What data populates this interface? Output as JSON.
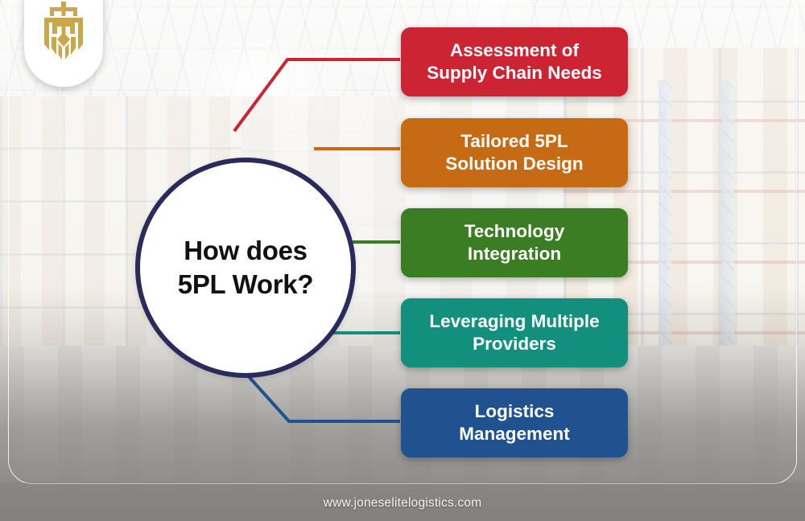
{
  "brand": {
    "logo_icon": "jones-elite-crown-shield-logo",
    "logo_color": "#c9a84c"
  },
  "center": {
    "title_line1": "How does",
    "title_line2": "5PL Work?",
    "border_color": "#2b2a5c",
    "fill_color": "#ffffff",
    "text_color": "#111111"
  },
  "steps": [
    {
      "label_line1": "Assessment of",
      "label_line2": "Supply Chain Needs",
      "color": "#cc2433",
      "connector": "elbow-up"
    },
    {
      "label_line1": "Tailored 5PL",
      "label_line2": "Solution Design",
      "color": "#c66a14",
      "connector": "straight"
    },
    {
      "label_line1": "Technology",
      "label_line2": "Integration",
      "color": "#3a7d22",
      "connector": "straight"
    },
    {
      "label_line1": "Leveraging Multiple",
      "label_line2": "Providers",
      "color": "#12907d",
      "connector": "straight"
    },
    {
      "label_line1": "Logistics",
      "label_line2": "Management",
      "color": "#20528f",
      "connector": "elbow-down"
    }
  ],
  "footer": {
    "url": "www.joneselitelogistics.com"
  },
  "background": {
    "scene": "warehouse-racking-photo",
    "overlay": "white-wash-gradient"
  }
}
